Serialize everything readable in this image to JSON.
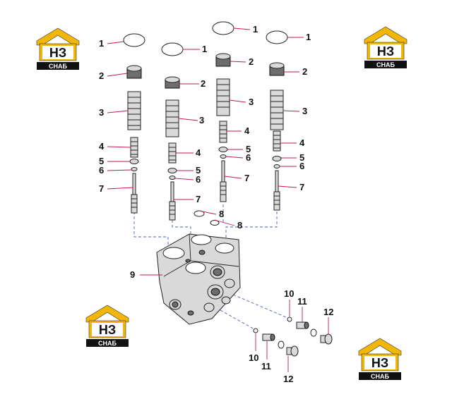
{
  "logo": {
    "top_text": "НЗ",
    "bottom_text": "СНАБ",
    "color_yellow": "#f2b705",
    "color_black": "#111111"
  },
  "callouts": {
    "c1": "1",
    "c2": "2",
    "c3": "3",
    "c4": "4",
    "c5": "5",
    "c6": "6",
    "c7": "7",
    "c8": "8",
    "c9": "9",
    "c10": "10",
    "c11": "11",
    "c12": "12"
  },
  "colors": {
    "leader_line": "#c0185a",
    "dashed_guide": "#4a5fb0"
  }
}
